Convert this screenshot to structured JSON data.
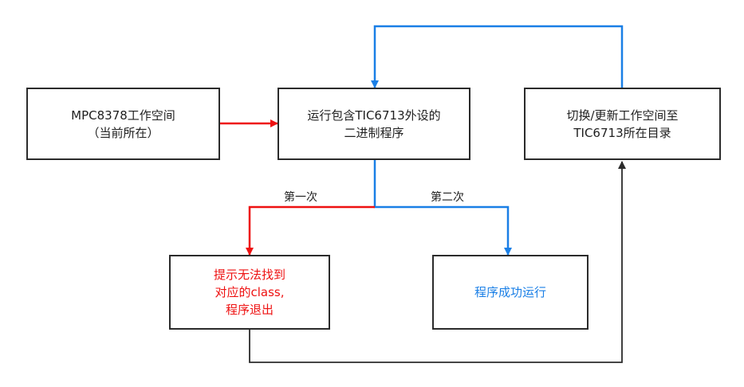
{
  "colors": {
    "black": "#2b2b2b",
    "red": "#ee1111",
    "blue": "#1a7fe6"
  },
  "nodes": {
    "workspace": {
      "lines": [
        "MPC8378工作空间",
        "（当前所在）"
      ],
      "color": "#1f1f1f"
    },
    "run": {
      "lines": [
        "运行包含TIC6713外设的",
        "二进制程序"
      ],
      "color": "#1f1f1f"
    },
    "switch": {
      "lines": [
        "切换/更新工作空间至",
        "TIC6713所在目录"
      ],
      "color": "#1f1f1f"
    },
    "error": {
      "lines": [
        "提示无法找到",
        "对应的class,",
        "程序退出"
      ],
      "color": "#ee1111"
    },
    "success": {
      "lines": [
        "程序成功运行"
      ],
      "color": "#1a7fe6"
    }
  },
  "edge_labels": {
    "first": "第一次",
    "second": "第二次"
  }
}
